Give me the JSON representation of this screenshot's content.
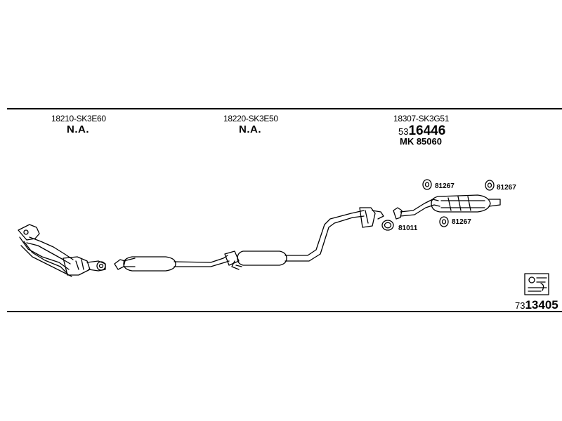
{
  "parts": [
    {
      "part_number": "18210-SK3E60",
      "status": "N.A."
    },
    {
      "part_number": "18220-SK3E50",
      "status": "N.A."
    },
    {
      "part_number": "18307-SK3G51",
      "code_prefix": "53",
      "code_main": "16446",
      "mk": "MK 85060"
    }
  ],
  "callouts": [
    "81267",
    "81267",
    "81267",
    "81011"
  ],
  "footer": {
    "code_prefix": "73",
    "code_main": "13405"
  },
  "colors": {
    "line": "#000000",
    "background": "#ffffff"
  }
}
